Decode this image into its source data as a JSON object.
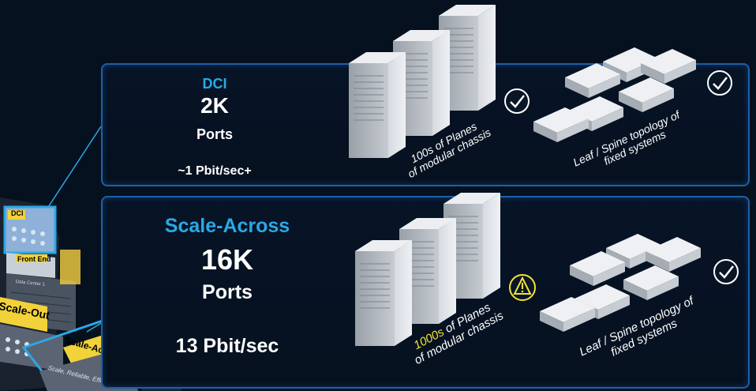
{
  "dci": {
    "title": "DCI",
    "count": "2K",
    "unit": "Ports",
    "bandwidth": "~1 Pbit/sec+",
    "chassis_line1": "100s of Planes",
    "chassis_line2": "of modular chassis",
    "leaf_line1": "Leaf / Spine topology of",
    "leaf_line2": "fixed systems"
  },
  "scale_across": {
    "title": "Scale-Across",
    "count": "16K",
    "unit": "Ports",
    "bandwidth": "13 Pbit/sec",
    "chassis_line1_highlight": "1000s",
    "chassis_line1_rest": " of Planes",
    "chassis_line2": "of modular chassis",
    "leaf_line1": "Leaf / Spine topology of",
    "leaf_line2": "fixed systems"
  },
  "left_diagram": {
    "dci_label": "DCI",
    "front_end_label": "Front End",
    "dc1_label": "Data Center 1",
    "scale_out_label": "Scale-Out",
    "scale_across_label": "Scale-Across",
    "tagline": "Scale, Reliable, Effic"
  },
  "colors": {
    "accent_blue": "#2aa8e6",
    "panel_border": "#1d5fa8",
    "warning_yellow": "#f2e23a",
    "label_yellow": "#f2d23a",
    "background": "#06111f"
  }
}
